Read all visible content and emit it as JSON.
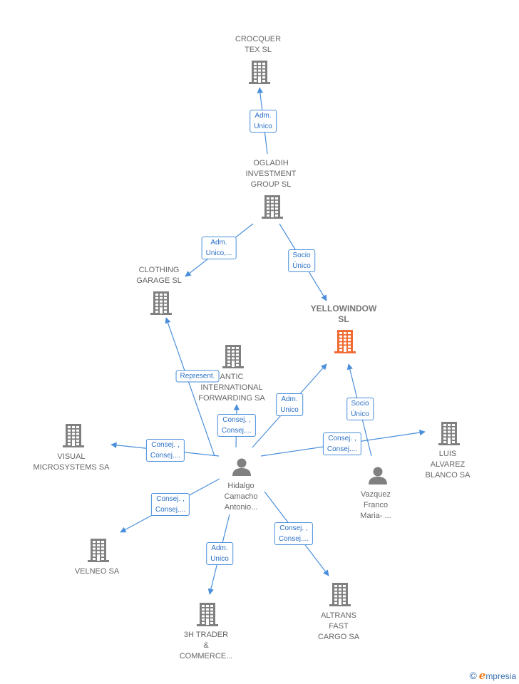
{
  "colors": {
    "edge": "#4a8fdb",
    "building": "#808080",
    "focus": "#f26b33",
    "person": "#808080"
  },
  "nodes": [
    {
      "id": "crocquer",
      "kind": "company",
      "lines": [
        "CROCQUER",
        "TEX  SL"
      ]
    },
    {
      "id": "ogladih",
      "kind": "company",
      "lines": [
        "OGLADIH",
        "INVESTMENT",
        "GROUP SL"
      ]
    },
    {
      "id": "clothing",
      "kind": "company",
      "lines": [
        "CLOTHING",
        "GARAGE  SL"
      ]
    },
    {
      "id": "yellowindow",
      "kind": "company-focus",
      "lines": [
        "YELLOWINDOW",
        "SL"
      ]
    },
    {
      "id": "atlantic",
      "kind": "company",
      "lines": [
        "ANTIC",
        "INTERNATIONAL",
        "FORWARDING SA"
      ]
    },
    {
      "id": "visual",
      "kind": "company",
      "lines": [
        "VISUAL",
        "MICROSYSTEMS SA"
      ]
    },
    {
      "id": "luis",
      "kind": "company",
      "lines": [
        "LUIS",
        "ALVAREZ",
        "BLANCO SA"
      ]
    },
    {
      "id": "hidalgo",
      "kind": "person",
      "lines": [
        "Hidalgo",
        "Camacho",
        "Antonio..."
      ]
    },
    {
      "id": "vazquez",
      "kind": "person",
      "lines": [
        "Vazquez",
        "Franco",
        "Maria- ..."
      ]
    },
    {
      "id": "velneo",
      "kind": "company",
      "lines": [
        "VELNEO SA"
      ]
    },
    {
      "id": "trader",
      "kind": "company",
      "lines": [
        "3H TRADER",
        "&",
        "COMMERCE..."
      ]
    },
    {
      "id": "altrans",
      "kind": "company",
      "lines": [
        "ALTRANS",
        "FAST",
        "CARGO SA"
      ]
    }
  ],
  "edges": [
    {
      "id": "e1",
      "lines": [
        "Adm.",
        "Unico"
      ]
    },
    {
      "id": "e2",
      "lines": [
        "Adm.",
        "Unico,..."
      ]
    },
    {
      "id": "e3",
      "lines": [
        "Socio",
        "Único"
      ]
    },
    {
      "id": "e4",
      "lines": [
        "Represent."
      ]
    },
    {
      "id": "e5",
      "lines": [
        "Consej. ,",
        "Consej...."
      ]
    },
    {
      "id": "e6",
      "lines": [
        "Adm.",
        "Unico"
      ]
    },
    {
      "id": "e7",
      "lines": [
        "Socio",
        "Único"
      ]
    },
    {
      "id": "e8",
      "lines": [
        "Consej. ,",
        "Consej...."
      ]
    },
    {
      "id": "e9",
      "lines": [
        "Consej. ,",
        "Consej...."
      ]
    },
    {
      "id": "e10",
      "lines": [
        "Consej. ,",
        "Consej...."
      ]
    },
    {
      "id": "e11",
      "lines": [
        "Adm.",
        "Unico"
      ]
    },
    {
      "id": "e12",
      "lines": [
        "Consej. ,",
        "Consej...."
      ]
    }
  ],
  "brand": {
    "copyright": "©",
    "initial": "e",
    "rest": "mpresia"
  }
}
